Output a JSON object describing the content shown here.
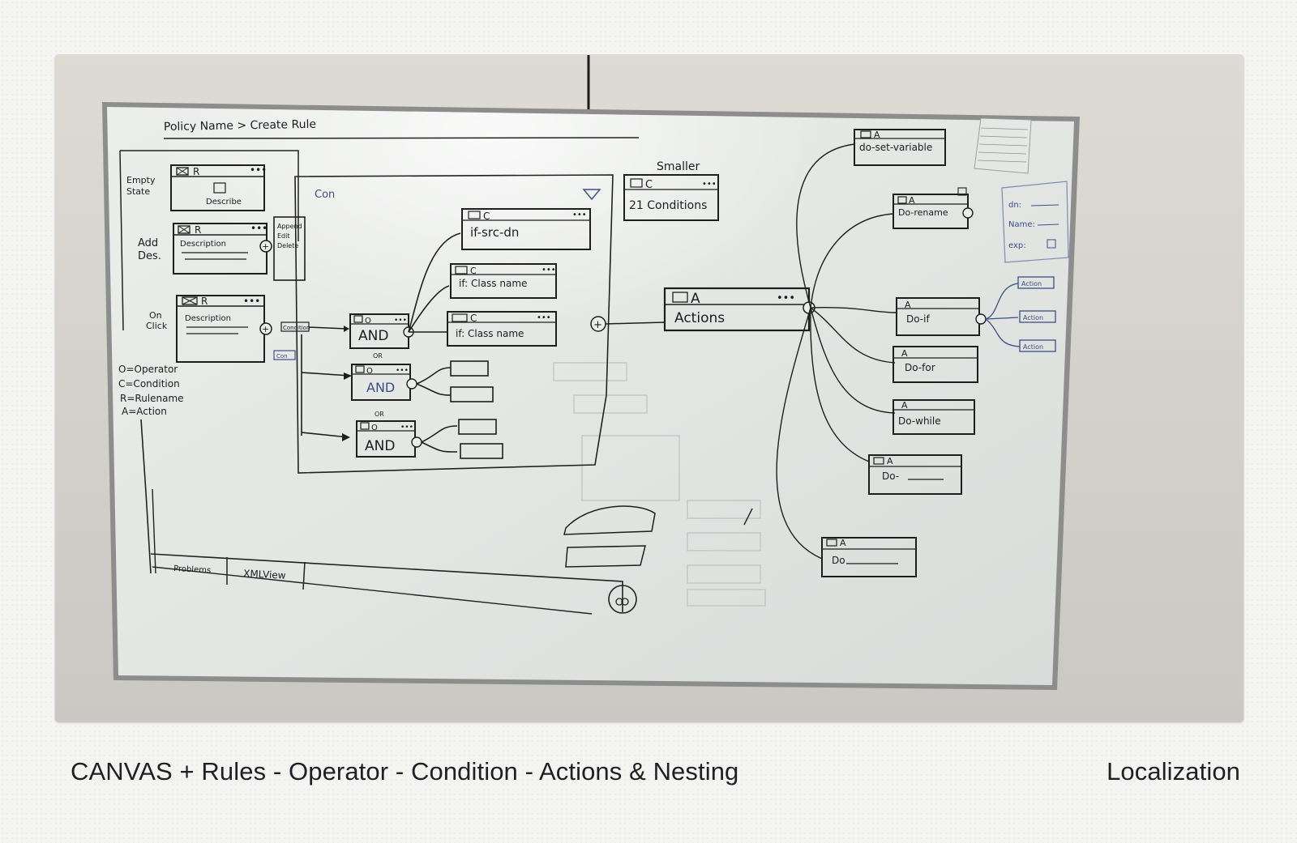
{
  "caption": {
    "title": "CANVAS + Rules - Operator - Condition - Actions & Nesting",
    "category": "Localization"
  },
  "whiteboard": {
    "breadcrumb": "Policy Name > Create Rule",
    "legend": [
      "O=Operator",
      "C=Condition",
      "R=Rulename",
      "A=Action"
    ],
    "left_labels": {
      "empty_state": [
        "Empty",
        "State"
      ],
      "add_des": [
        "Add",
        "Des."
      ],
      "on_click": [
        "On",
        "Click"
      ]
    },
    "rule_cards": [
      {
        "header": "R",
        "body": "Describe"
      },
      {
        "header": "R",
        "body": "Description"
      },
      {
        "header": "R",
        "body": "Description"
      }
    ],
    "context_menu": [
      "Append",
      "Edit",
      "Delete"
    ],
    "condition_tag": "Condition",
    "small_tag": "Con",
    "canvas_label": "Con",
    "operators": [
      {
        "header": "O",
        "label": "AND"
      },
      {
        "header": "O",
        "label": "AND"
      },
      {
        "header": "O",
        "label": "AND"
      }
    ],
    "or_labels": [
      "OR",
      "OR"
    ],
    "conditions": [
      {
        "header": "C",
        "text": "if-src-dn"
      },
      {
        "header": "C",
        "text": "if: Class name"
      },
      {
        "header": "C",
        "text": "if: Class name"
      }
    ],
    "smaller_note": "Smaller",
    "condition_summary": {
      "header": "C",
      "text": "21 Conditions"
    },
    "actions_hub": {
      "header": "A",
      "text": "Actions"
    },
    "action_cards": [
      {
        "header": "A",
        "text": "do-set-variable"
      },
      {
        "header": "A",
        "text": "Do-rename"
      },
      {
        "header": "A",
        "text": "Do-if"
      },
      {
        "header": "A",
        "text": "Do-for"
      },
      {
        "header": "A",
        "text": "Do-while"
      },
      {
        "header": "A",
        "text": "Do-"
      },
      {
        "header": "A",
        "text": "Do"
      }
    ],
    "nested_actions": [
      "Action",
      "Action",
      "Action"
    ],
    "properties": [
      "dn:",
      "Name:",
      "exp:"
    ],
    "bottom_tabs": [
      "Problems",
      "XMLView"
    ]
  }
}
